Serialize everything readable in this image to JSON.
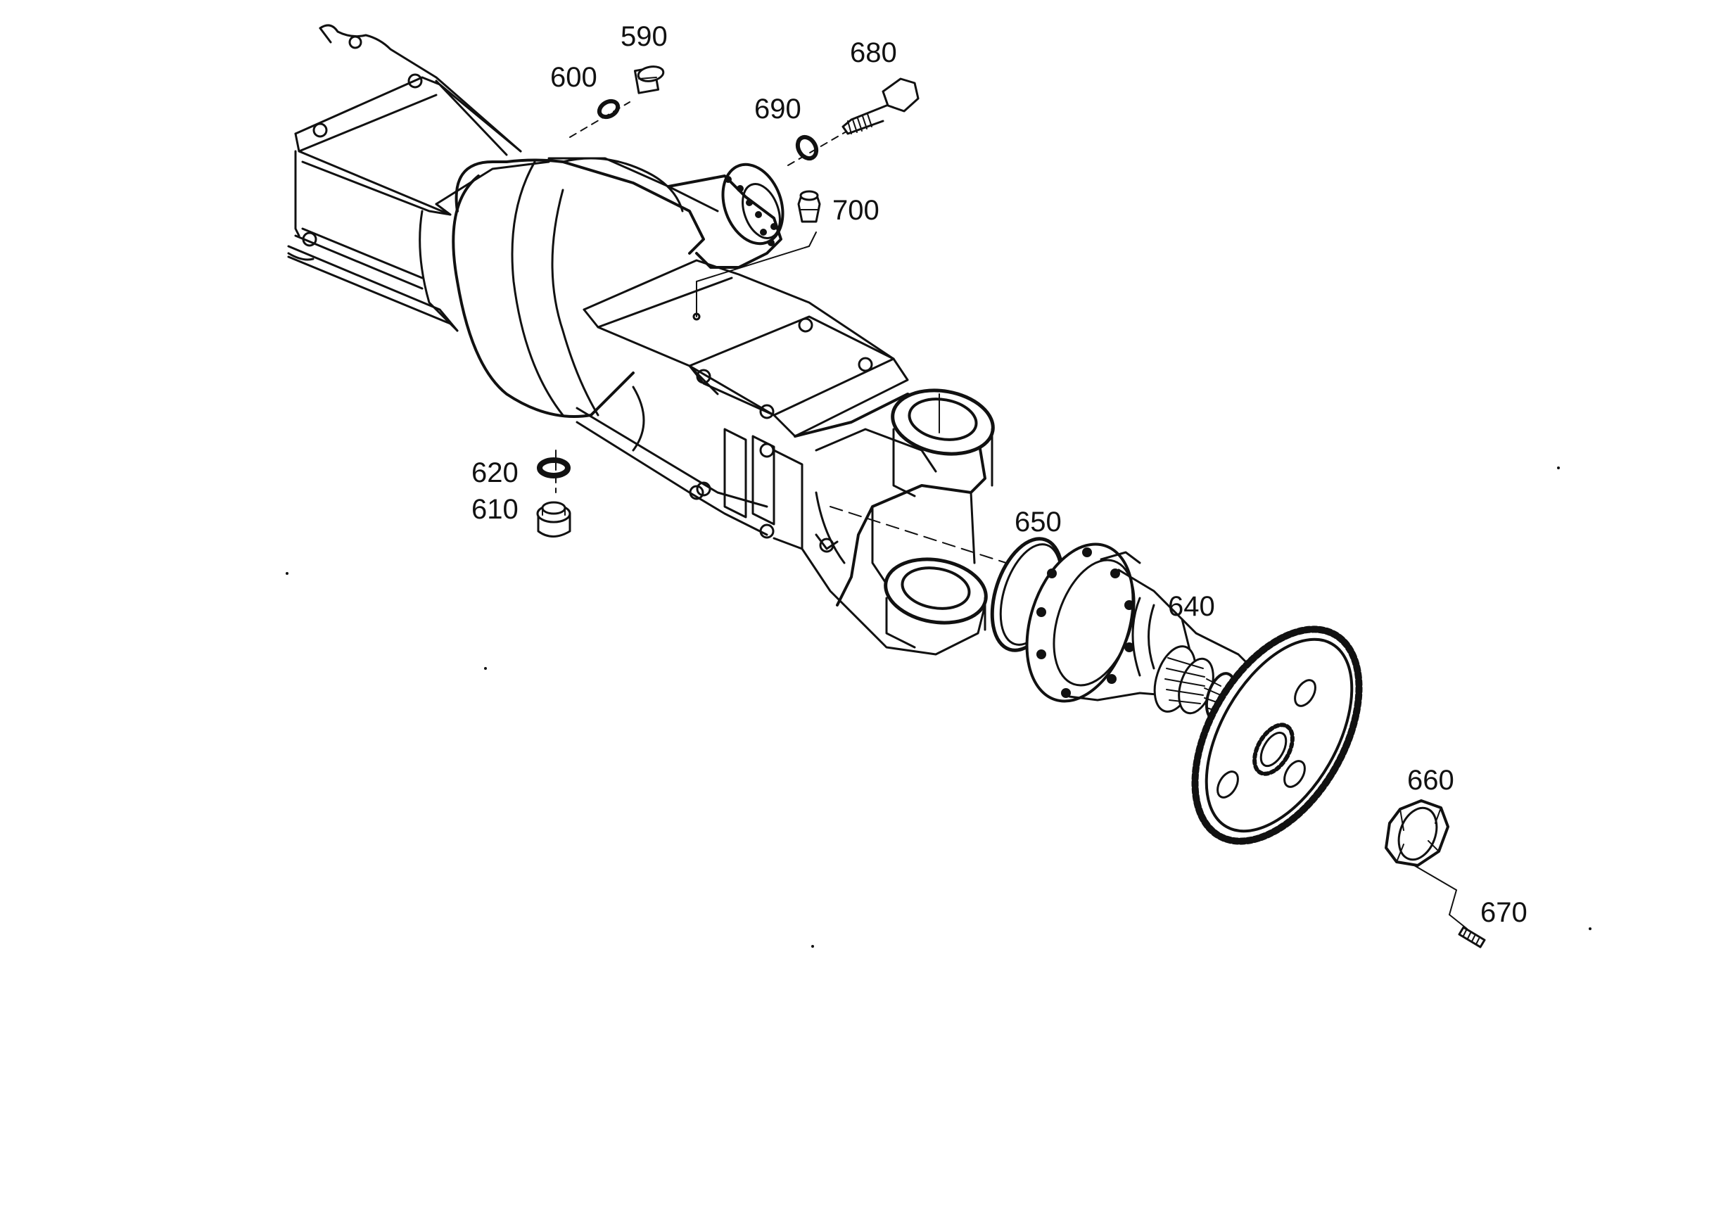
{
  "diagram": {
    "type": "exploded-parts-diagram",
    "subject": "axle housing with stub axle and ring gear",
    "ink_color": "#111111",
    "background_color": "#ffffff",
    "callouts": {
      "c590": "590",
      "c600": "600",
      "c680": "680",
      "c690": "690",
      "c700": "700",
      "c620": "620",
      "c610": "610",
      "c650": "650",
      "c640": "640",
      "c660": "660",
      "c670": "670"
    }
  }
}
